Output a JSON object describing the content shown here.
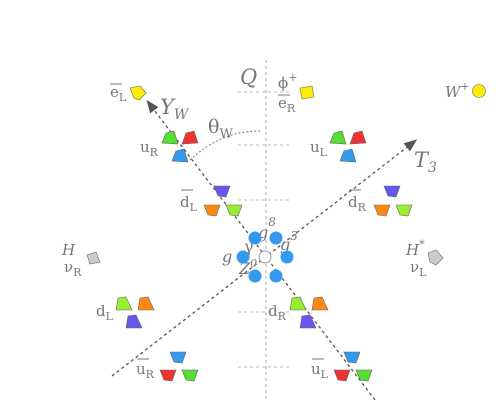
{
  "axes": {
    "charge": "Q",
    "hypercharge": "Y",
    "hypercharge_sub": "W",
    "isospin": "T",
    "isospin_sub": "3",
    "angle": "θ",
    "angle_sub": "W"
  },
  "labels": {
    "eL_bar": "e",
    "eL_bar_sub": "L",
    "phi_plus": "ϕ",
    "phi_plus_sup": "+",
    "eR_bar": "e",
    "eR_bar_sub": "R",
    "w_plus": "W",
    "w_plus_sup": "+",
    "uR": "u",
    "uR_sub": "R",
    "uL": "u",
    "uL_sub": "L",
    "dL_bar": "d",
    "dL_bar_sub": "L",
    "dR_bar": "d",
    "dR_bar_sub": "R",
    "h": "H",
    "nuR": "ν",
    "nuR_sub": "R",
    "h_star": "H",
    "h_star_sup": "*",
    "nuL": "ν",
    "nuL_sub": "L",
    "dL": "d",
    "dL_sub": "L",
    "dR": "d",
    "dR_sub": "R",
    "uR_bar": "u",
    "uR_bar_sub": "R",
    "uL_bar": "u",
    "uL_bar_sub": "L"
  },
  "bosons": {
    "g8": "g",
    "g8_sup": "8",
    "g3": "g",
    "g3_sup": "3",
    "gamma": "γ",
    "g": "g",
    "z": "Z",
    "z_sup": "0"
  },
  "colors": {
    "quark_red": "#ee3333",
    "quark_green": "#55dd33",
    "quark_blue": "#3399ee",
    "antiquark_orange": "#ff8811",
    "antiquark_yellowgreen": "#99ee33",
    "antiquark_purple": "#6655ee",
    "lepton_yellow": "#ffee00",
    "higgs_gray": "#cccccc",
    "gluon_blue": "#3399ee",
    "text_gray": "#777777"
  }
}
